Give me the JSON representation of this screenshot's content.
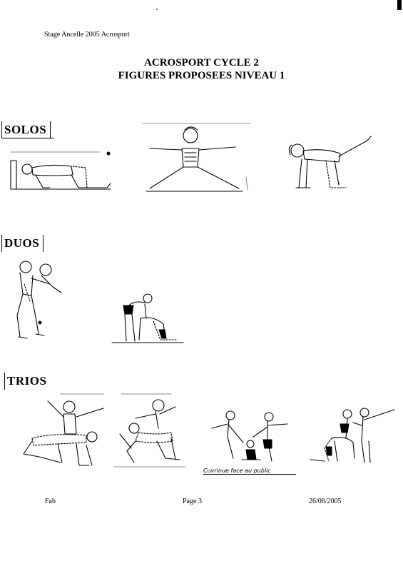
{
  "header": {
    "left": "Stage Ancelle 2005 Acrosport"
  },
  "title": {
    "line1": "ACROSPORT  CYCLE 2",
    "line2": "FIGURES PROPOSEES NIVEAU 1"
  },
  "sections": {
    "solos": "SOLOS",
    "duos": "DUOS",
    "trios": "TRIOS"
  },
  "handwritten_caption": "Cuvrinue face au public",
  "footer": {
    "author": "Fab",
    "page": "Page 3",
    "date": "26/08/2005"
  }
}
